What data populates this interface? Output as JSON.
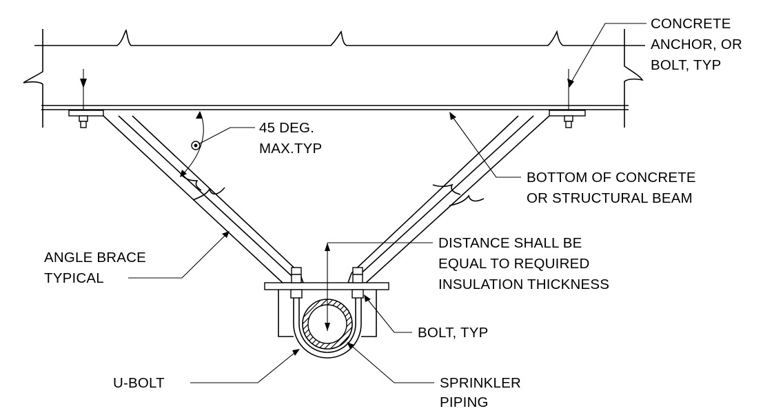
{
  "labels": {
    "concrete_anchor": [
      "CONCRETE",
      "ANCHOR, OR",
      "BOLT, TYP"
    ],
    "angle_max": [
      "45 DEG.",
      "MAX.TYP"
    ],
    "bottom_of_concrete": [
      "BOTTOM OF CONCRETE",
      "OR STRUCTURAL BEAM"
    ],
    "angle_brace": [
      "ANGLE BRACE",
      "TYPICAL"
    ],
    "distance_note": [
      "DISTANCE SHALL BE",
      "EQUAL TO REQUIRED",
      "INSULATION THICKNESS"
    ],
    "bolt": [
      "BOLT, TYP"
    ],
    "u_bolt": [
      "U-BOLT"
    ],
    "sprinkler_piping": [
      "SPRINKLER",
      "PIPING"
    ]
  }
}
